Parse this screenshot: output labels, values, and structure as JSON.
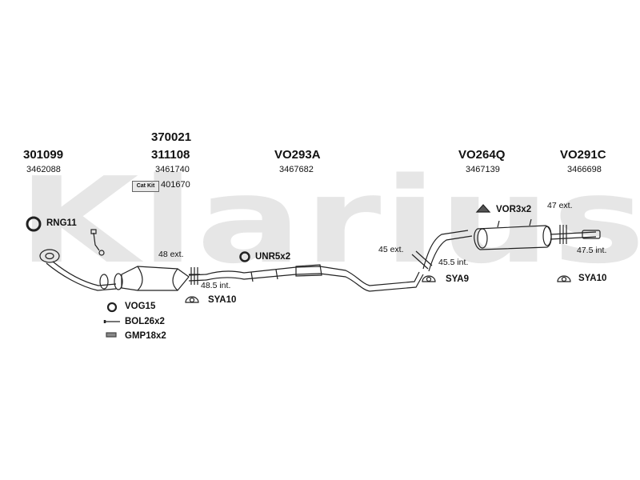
{
  "watermark": "Klarius",
  "parts": {
    "p1": {
      "code": "301099",
      "number": "3462088"
    },
    "p2": {
      "code_top": "370021",
      "code": "311108",
      "number": "3461740"
    },
    "p3": {
      "code": "VO293A",
      "number": "3467682"
    },
    "p4": {
      "code": "VO264Q",
      "number": "3467139"
    },
    "p5": {
      "code": "VO291C",
      "number": "3466698"
    }
  },
  "catkit": {
    "badge": "Cat Kit",
    "number": "401670"
  },
  "fittings": {
    "rng": "RNG11",
    "unr": "UNR5x2",
    "vor": "VOR3x2",
    "sya10_a": "SYA10",
    "sya9": "SYA9",
    "sya10_b": "SYA10",
    "vog": "VOG15",
    "bol": "BOL26x2",
    "gmp": "GMP18x2"
  },
  "dimensions": {
    "d48ext": "48 ext.",
    "d485int": "48.5 int.",
    "d45ext": "45 ext.",
    "d455int": "45.5 int.",
    "d47ext": "47 ext.",
    "d475int": "47.5 int."
  }
}
